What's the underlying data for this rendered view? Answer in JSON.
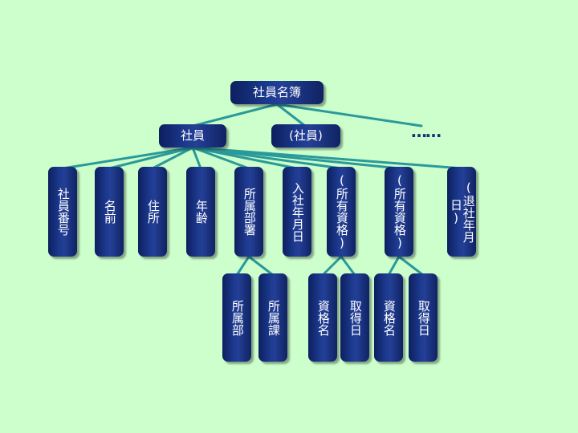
{
  "root": {
    "label": "社員名簿"
  },
  "level1": [
    {
      "label": "社員"
    },
    {
      "label": "(社員)"
    }
  ],
  "ellipsis": "……",
  "level2": [
    {
      "label": "社員番号"
    },
    {
      "label": "名前"
    },
    {
      "label": "住所"
    },
    {
      "label": "年齢"
    },
    {
      "label": "所属部署"
    },
    {
      "label": "入社年月日"
    },
    {
      "label": "(所有資格)"
    },
    {
      "label": "(所有資格)"
    },
    {
      "label": "(退社年月日)"
    }
  ],
  "level3": [
    {
      "label": "所属部"
    },
    {
      "label": "所属課"
    },
    {
      "label": "資格名"
    },
    {
      "label": "取得日"
    },
    {
      "label": "資格名"
    },
    {
      "label": "取得日"
    }
  ],
  "colors": {
    "background": "#ccffcc",
    "box": "#1c3a8f",
    "connector": "#2a9999"
  }
}
